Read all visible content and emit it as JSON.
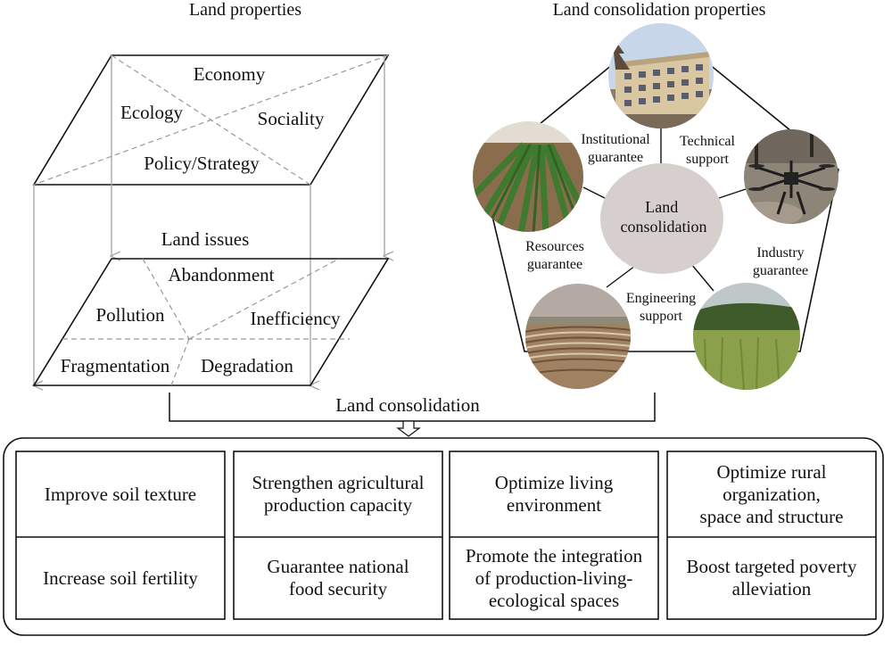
{
  "titles": {
    "land_properties": "Land properties",
    "consolidation_properties": "Land consolidation properties"
  },
  "properties": {
    "economy": "Economy",
    "ecology": "Ecology",
    "sociality": "Sociality",
    "policy": "Policy/Strategy"
  },
  "issues": {
    "title": "Land issues",
    "abandonment": "Abandonment",
    "pollution": "Pollution",
    "inefficiency": "Inefficiency",
    "fragmentation": "Fragmentation",
    "degradation": "Degradation"
  },
  "pentagon": {
    "center": "Land\nconsolidation",
    "institutional": "Institutional\nguarantee",
    "technical": "Technical\nsupport",
    "resources": "Resources\nguarantee",
    "industry": "Industry\nguarantee",
    "engineering": "Engineering\nsupport"
  },
  "flow_label": "Land consolidation",
  "outcomes": {
    "top": [
      "Improve soil texture",
      "Strengthen agricultural\nproduction capacity",
      "Optimize living\nenvironment",
      "Optimize rural\norganization,\nspace and structure"
    ],
    "bottom": [
      "Increase soil fertility",
      "Guarantee national\nfood security",
      "Promote the integration\nof production-living-\necological spaces",
      "Boost targeted poverty\nalleviation"
    ]
  },
  "colors": {
    "line": "#111111",
    "dashed": "#999999",
    "arrow": "#a8a8a8",
    "center_fill": "#d6cfcd"
  },
  "icons": [
    "building-photo",
    "drone-photo",
    "crop-field-photo",
    "terraced-fields-photo",
    "green-field-photo"
  ]
}
